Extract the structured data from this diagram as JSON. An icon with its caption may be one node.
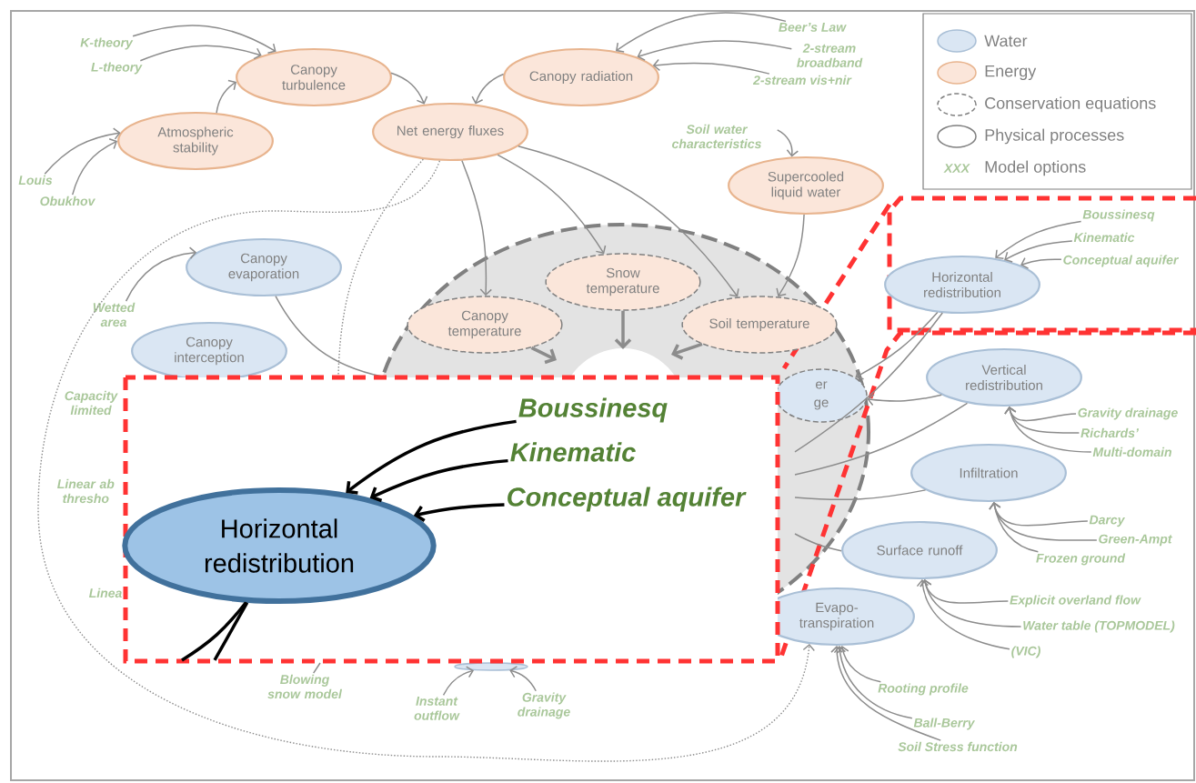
{
  "diagram": {
    "nodes": [
      {
        "text": [
          "K-theory"
        ]
      },
      {
        "text": [
          "L-theory"
        ]
      },
      {
        "text": [
          "Canopy turbulence"
        ]
      },
      {
        "text": [
          "Canopy radiation"
        ]
      },
      {
        "text": [
          "Beer’s Law"
        ]
      },
      {
        "text": [
          "2-stream broadband"
        ]
      },
      {
        "text": [
          "2-stream vis+nir"
        ]
      },
      {
        "text": [
          "Atmospheric stability"
        ]
      },
      {
        "text": [
          "Net energy fluxes"
        ]
      },
      {
        "text": [
          "Louis"
        ]
      },
      {
        "text": [
          "Obukhov"
        ]
      },
      {
        "text": [
          "Soil water characteristics"
        ]
      },
      {
        "text": [
          "Supercooled liquid water"
        ]
      },
      {
        "text": [
          "Canopy evaporation"
        ]
      },
      {
        "text": [
          "Snow temperature"
        ]
      },
      {
        "text": [
          "Wetted area"
        ]
      },
      {
        "text": [
          "Canopy temperature"
        ]
      },
      {
        "text": [
          "Soil temperature"
        ]
      },
      {
        "text": [
          "Canopy interception"
        ]
      },
      {
        "text": [
          "Boussinesq"
        ]
      },
      {
        "text": [
          "Kinematic"
        ]
      },
      {
        "text": [
          "Conceptual aquifer"
        ]
      },
      {
        "text": [
          "Horizontal redistribution"
        ]
      },
      {
        "text": [
          "Vertical redistribution"
        ]
      },
      {
        "text": [
          "er ge"
        ]
      },
      {
        "text": [
          "Gravity drainage"
        ]
      },
      {
        "text": [
          "Richards’"
        ]
      },
      {
        "text": [
          "Multi-domain"
        ]
      },
      {
        "text": [
          "Infiltration"
        ]
      },
      {
        "text": [
          "Darcy"
        ]
      },
      {
        "text": [
          "Green-Ampt"
        ]
      },
      {
        "text": [
          "Frozen ground"
        ]
      },
      {
        "text": [
          "Surface runoff"
        ]
      },
      {
        "text": [
          "Explicit overland flow"
        ]
      },
      {
        "text": [
          "Water table (TOPMODEL)"
        ]
      },
      {
        "text": [
          "(VIC)"
        ]
      },
      {
        "text": [
          "Evapo-transpiration"
        ]
      },
      {
        "text": [],
        "shape": "ellipse"
      },
      {
        "text": [
          "Blowing snow model"
        ]
      },
      {
        "text": [
          "Instant outflow"
        ]
      },
      {
        "text": [
          "Gravity drainage"
        ]
      },
      {
        "text": [
          "Rooting profile"
        ]
      },
      {
        "text": [
          "Ball-Berry"
        ]
      },
      {
        "text": [
          "Soil Stress function"
        ]
      },
      {
        "text": [
          "Boussinesq"
        ]
      },
      {
        "text": [
          "Kinematic"
        ]
      },
      {
        "text": [
          "Conceptual aquifer"
        ]
      },
      {
        "text": [
          "Horizontal redistribution"
        ]
      }
    ],
    "edges": [
      {
        "from": 0,
        "to": 2,
        "arrow": "to"
      },
      {
        "from": 1,
        "to": 2,
        "arrow": "to"
      },
      {
        "from": 7,
        "to": 2,
        "arrow": "to"
      },
      {
        "from": 9,
        "to": 7,
        "arrow": "to"
      },
      {
        "from": 10,
        "to": 7,
        "arrow": "to"
      },
      {
        "from": 2,
        "to": 8,
        "arrow": "to"
      },
      {
        "from": 3,
        "to": 8,
        "arrow": "to"
      },
      {
        "from": 4,
        "to": 3,
        "arrow": "to"
      },
      {
        "from": 5,
        "to": 3,
        "arrow": "to"
      },
      {
        "from": 6,
        "to": 3,
        "arrow": "to"
      },
      {
        "from": 8,
        "to": 16,
        "arrow": "to"
      },
      {
        "from": 8,
        "to": 14,
        "arrow": "to"
      },
      {
        "from": 8,
        "to": 17,
        "arrow": "to"
      },
      {
        "from": 11,
        "to": 12,
        "arrow": "to"
      },
      {
        "from": 12,
        "to": 17,
        "arrow": "to"
      },
      {
        "from": 15,
        "to": 13,
        "arrow": "to"
      },
      {
        "from": 8,
        "to": 36,
        "arrow": "to",
        "style": "dashed"
      },
      {
        "from": 8,
        "to": null,
        "arrow": "none",
        "style": "dashed"
      },
      {
        "from": 13,
        "to": null,
        "arrow": "none"
      },
      {
        "from": 16,
        "to": null,
        "arrow": "to",
        "style": "thick"
      },
      {
        "from": 14,
        "to": null,
        "arrow": "to",
        "style": "thick"
      },
      {
        "from": 17,
        "to": null,
        "arrow": "to",
        "style": "thick"
      },
      {
        "from": 19,
        "to": 22,
        "arrow": "to"
      },
      {
        "from": 20,
        "to": 22,
        "arrow": "to"
      },
      {
        "from": 21,
        "to": 22,
        "arrow": "to"
      },
      {
        "from": 22,
        "to": 24,
        "arrow": "to"
      },
      {
        "from": 23,
        "to": 24,
        "arrow": "to"
      },
      {
        "from": 22,
        "to": null,
        "arrow": "none"
      },
      {
        "from": 23,
        "to": null,
        "arrow": "none"
      },
      {
        "from": 28,
        "to": null,
        "arrow": "none"
      },
      {
        "from": 32,
        "to": null,
        "arrow": "none"
      },
      {
        "from": 25,
        "to": 23,
        "arrow": "to"
      },
      {
        "from": 26,
        "to": 23,
        "arrow": "to"
      },
      {
        "from": 27,
        "to": 23,
        "arrow": "to"
      },
      {
        "from": 29,
        "to": 28,
        "arrow": "to"
      },
      {
        "from": 30,
        "to": 28,
        "arrow": "to"
      },
      {
        "from": 31,
        "to": 28,
        "arrow": "to"
      },
      {
        "from": 33,
        "to": 32,
        "arrow": "to"
      },
      {
        "from": 34,
        "to": 32,
        "arrow": "to"
      },
      {
        "from": 35,
        "to": 32,
        "arrow": "to"
      },
      {
        "from": 41,
        "to": 36,
        "arrow": "to"
      },
      {
        "from": 42,
        "to": 36,
        "arrow": "to"
      },
      {
        "from": 43,
        "to": 36,
        "arrow": "to"
      },
      {
        "from": 38,
        "to": null,
        "arrow": "none"
      },
      {
        "from": 39,
        "to": 37,
        "arrow": "to"
      },
      {
        "from": 40,
        "to": 37,
        "arrow": "to"
      },
      {
        "from": 44,
        "to": 47,
        "arrow": "to",
        "style": "thick",
        "color": "#000000"
      },
      {
        "from": 45,
        "to": 47,
        "arrow": "to",
        "style": "thick",
        "color": "#000000"
      },
      {
        "from": 46,
        "to": 47,
        "arrow": "to",
        "style": "thick",
        "color": "#000000"
      },
      {
        "from": 47,
        "to": null,
        "arrow": "none",
        "style": "thick",
        "color": "#000000"
      },
      {
        "from": 47,
        "to": null,
        "arrow": "none",
        "style": "thick",
        "color": "#000000"
      }
    ],
    "labels": [
      "Capacity limited",
      "Linear ab thresho",
      "Linea",
      "XXX"
    ],
    "legend": [
      {
        "text": "Water",
        "color": "#dae6f3"
      },
      {
        "text": "Energy",
        "color": "#fbe6da"
      },
      {
        "text": "Conservation equations"
      },
      {
        "text": "Physical processes"
      },
      {
        "text": "Model options"
      }
    ]
  }
}
